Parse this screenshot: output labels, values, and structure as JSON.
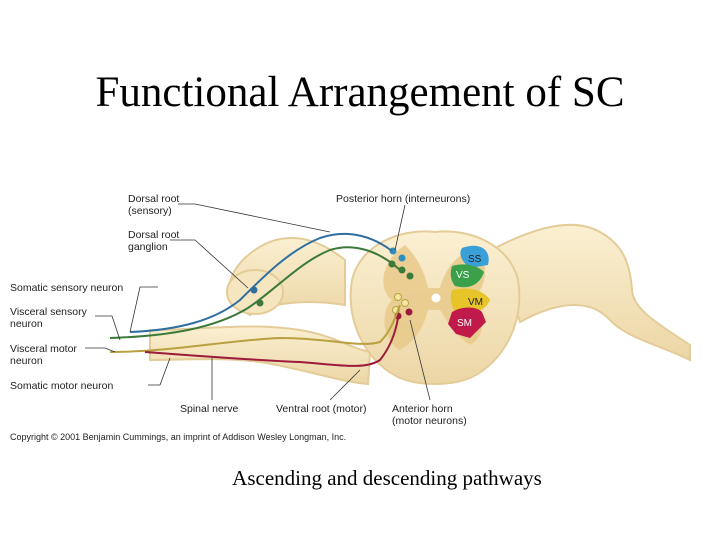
{
  "title": "Functional Arrangement of SC",
  "caption": "Ascending and descending pathways",
  "copyright": "Copyright © 2001 Benjamin Cummings, an imprint of Addison Wesley Longman, Inc.",
  "labels": {
    "dorsal_root_1": "Dorsal root",
    "dorsal_root_2": "(sensory)",
    "ganglion_1": "Dorsal root",
    "ganglion_2": "ganglion",
    "somatic_sensory": "Somatic sensory neuron",
    "visceral_sensory_1": "Visceral sensory",
    "visceral_sensory_2": "neuron",
    "visceral_motor_1": "Visceral motor",
    "visceral_motor_2": "neuron",
    "somatic_motor": "Somatic motor neuron",
    "spinal_nerve": "Spinal nerve",
    "ventral_root": "Ventral root (motor)",
    "anterior_horn_1": "Anterior horn",
    "anterior_horn_2": "(motor neurons)",
    "posterior_horn": "Posterior horn (interneurons)"
  },
  "zones": {
    "ss": "SS",
    "vs": "VS",
    "vm": "VM",
    "sm": "SM"
  },
  "colors": {
    "somatic_sensory": "#2f6f9f",
    "visceral_sensory": "#3c7a3a",
    "visceral_motor": "#b9a040",
    "somatic_motor": "#9c1a3a",
    "ss_zone": "#3aa0d8",
    "vs_zone": "#3aa04a",
    "vm_zone": "#e6c42a",
    "sm_zone": "#c01a4a",
    "tissue": "#f3e2b8"
  }
}
